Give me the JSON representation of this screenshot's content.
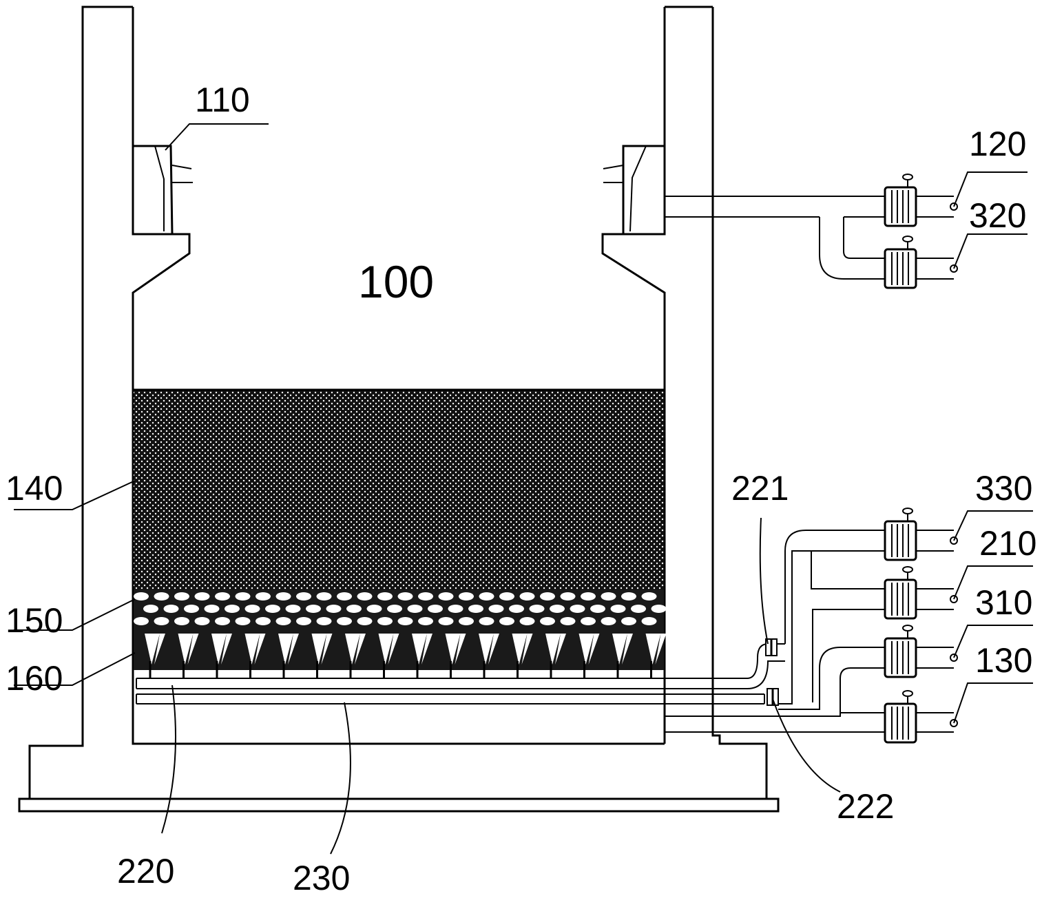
{
  "labels": {
    "tank": "100",
    "l110": "110",
    "l120": "120",
    "l320": "320",
    "l140": "140",
    "l150": "150",
    "l160": "160",
    "l221": "221",
    "l330": "330",
    "l210": "210",
    "l310": "310",
    "l130": "130",
    "l222": "222",
    "l220": "220",
    "l230": "230"
  },
  "colors": {
    "line": "#000000",
    "background": "#ffffff"
  }
}
